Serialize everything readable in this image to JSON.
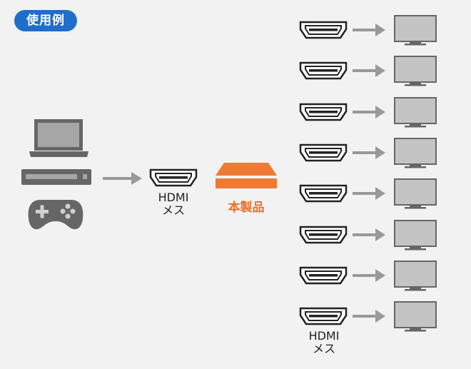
{
  "badge": {
    "label": "使用例"
  },
  "sources": [
    "laptop-icon",
    "media-player-icon",
    "game-controller-icon"
  ],
  "input_connector": {
    "line1": "HDMI",
    "line2": "メス"
  },
  "product": {
    "label": "本製品",
    "color": "#ee7a33"
  },
  "output_connector": {
    "line1": "HDMI",
    "line2": "メス"
  },
  "outputs_count": 8,
  "colors": {
    "accent": "#1f6ecb",
    "icon_gray": "#666666",
    "arrow_gray": "#999999",
    "product_orange": "#ee7a33"
  }
}
